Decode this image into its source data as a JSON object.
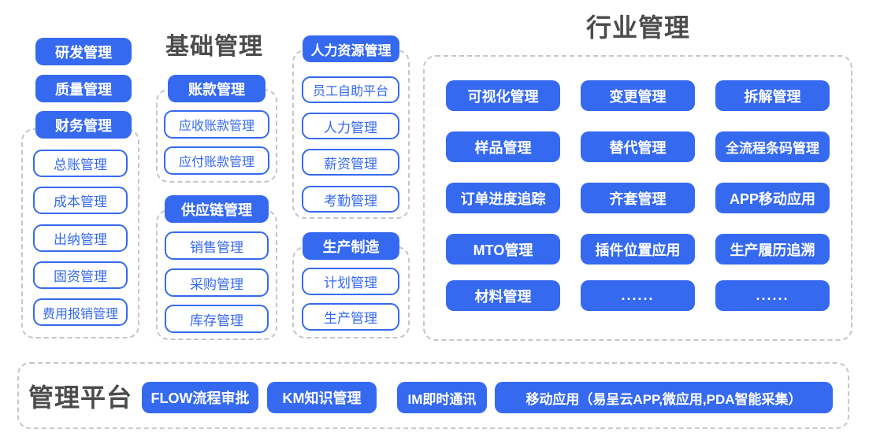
{
  "colors": {
    "primary_blue": "#3569f0",
    "title_gray": "#4b4b4e",
    "dash_gray": "#c3c6cd"
  },
  "left": {
    "top_buttons": [
      "研发管理",
      "质量管理",
      "财务管理"
    ],
    "finance_items": [
      "总账管理",
      "成本管理",
      "出纳管理",
      "固资管理",
      "费用报销管理"
    ]
  },
  "base": {
    "title": "基础管理",
    "accounts_header": "账款管理",
    "accounts_items": [
      "应收账款管理",
      "应付账款管理"
    ],
    "supply_header": "供应链管理",
    "supply_items": [
      "销售管理",
      "采购管理",
      "库存管理"
    ]
  },
  "hr": {
    "header": "人力资源管理",
    "items": [
      "员工自助平台",
      "人力管理",
      "薪资管理",
      "考勤管理"
    ]
  },
  "production": {
    "header": "生产制造",
    "items": [
      "计划管理",
      "生产管理"
    ]
  },
  "industry": {
    "title": "行业管理",
    "items": [
      "可视化管理",
      "变更管理",
      "拆解管理",
      "样品管理",
      "替代管理",
      "全流程条码管理",
      "订单进度追踪",
      "齐套管理",
      "APP移动应用",
      "MTO管理",
      "插件位置应用",
      "生产履历追溯",
      "材料管理",
      "......",
      "......"
    ]
  },
  "platform": {
    "title": "管理平台",
    "items": [
      "FLOW流程审批",
      "KM知识管理",
      "IM即时通讯",
      "移动应用（易呈云APP,微应用,PDA智能采集）"
    ]
  }
}
